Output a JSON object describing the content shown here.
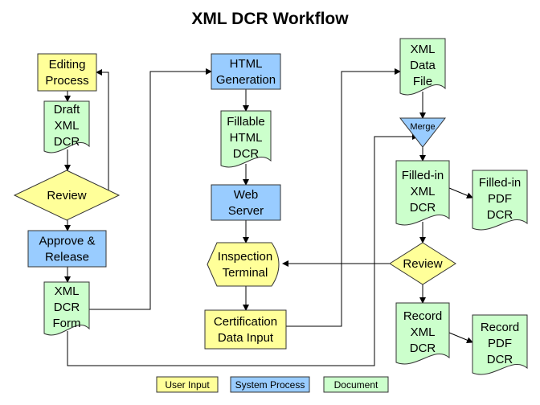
{
  "title": "XML DCR Workflow",
  "colors": {
    "user_input": "#ffff99",
    "system_process": "#99ccff",
    "document": "#ccffcc"
  },
  "nodes": [
    {
      "id": "editing-process",
      "shape": "rect",
      "kind": "user_input",
      "lines": [
        "Editing",
        "Process"
      ]
    },
    {
      "id": "draft-xml-dcr",
      "shape": "document",
      "kind": "document",
      "lines": [
        "Draft",
        "XML",
        "DCR"
      ]
    },
    {
      "id": "review-left",
      "shape": "diamond",
      "kind": "user_input",
      "lines": [
        "Review"
      ]
    },
    {
      "id": "approve-release",
      "shape": "rect",
      "kind": "system_process",
      "lines": [
        "Approve &",
        "Release"
      ]
    },
    {
      "id": "xml-dcr-form",
      "shape": "document",
      "kind": "document",
      "lines": [
        "XML",
        "DCR",
        "Form"
      ]
    },
    {
      "id": "html-generation",
      "shape": "rect",
      "kind": "system_process",
      "lines": [
        "HTML",
        "Generation"
      ]
    },
    {
      "id": "fillable-html-dcr",
      "shape": "document",
      "kind": "document",
      "lines": [
        "Fillable",
        "HTML",
        "DCR"
      ]
    },
    {
      "id": "web-server",
      "shape": "rect",
      "kind": "system_process",
      "lines": [
        "Web",
        "Server"
      ]
    },
    {
      "id": "inspection-terminal",
      "shape": "display",
      "kind": "user_input",
      "lines": [
        "Inspection",
        "Terminal"
      ]
    },
    {
      "id": "certification-data-input",
      "shape": "rect",
      "kind": "user_input",
      "lines": [
        "Certification",
        "Data Input"
      ]
    },
    {
      "id": "xml-data-file",
      "shape": "document",
      "kind": "document",
      "lines": [
        "XML",
        "Data",
        "File"
      ]
    },
    {
      "id": "merge",
      "shape": "merge",
      "kind": "system_process",
      "lines": [
        "Merge"
      ]
    },
    {
      "id": "filled-in-xml-dcr",
      "shape": "document",
      "kind": "document",
      "lines": [
        "Filled-in",
        "XML",
        "DCR"
      ]
    },
    {
      "id": "filled-in-pdf-dcr",
      "shape": "document",
      "kind": "document",
      "lines": [
        "Filled-in",
        "PDF",
        "DCR"
      ]
    },
    {
      "id": "review-right",
      "shape": "diamond",
      "kind": "user_input",
      "lines": [
        "Review"
      ]
    },
    {
      "id": "record-xml-dcr",
      "shape": "document",
      "kind": "document",
      "lines": [
        "Record",
        "XML",
        "DCR"
      ]
    },
    {
      "id": "record-pdf-dcr",
      "shape": "document",
      "kind": "document",
      "lines": [
        "Record",
        "PDF",
        "DCR"
      ]
    }
  ],
  "edges": [
    {
      "from": "editing-process",
      "to": "draft-xml-dcr"
    },
    {
      "from": "draft-xml-dcr",
      "to": "review-left"
    },
    {
      "from": "review-left",
      "to": "editing-process"
    },
    {
      "from": "review-left",
      "to": "approve-release"
    },
    {
      "from": "approve-release",
      "to": "xml-dcr-form"
    },
    {
      "from": "xml-dcr-form",
      "to": "html-generation"
    },
    {
      "from": "html-generation",
      "to": "fillable-html-dcr"
    },
    {
      "from": "fillable-html-dcr",
      "to": "web-server"
    },
    {
      "from": "web-server",
      "to": "inspection-terminal"
    },
    {
      "from": "inspection-terminal",
      "to": "certification-data-input"
    },
    {
      "from": "certification-data-input",
      "to": "xml-data-file"
    },
    {
      "from": "xml-dcr-form",
      "to": "merge"
    },
    {
      "from": "xml-data-file",
      "to": "merge"
    },
    {
      "from": "merge",
      "to": "filled-in-xml-dcr"
    },
    {
      "from": "filled-in-xml-dcr",
      "to": "filled-in-pdf-dcr"
    },
    {
      "from": "filled-in-xml-dcr",
      "to": "review-right"
    },
    {
      "from": "review-right",
      "to": "inspection-terminal"
    },
    {
      "from": "review-right",
      "to": "record-xml-dcr"
    },
    {
      "from": "record-xml-dcr",
      "to": "record-pdf-dcr"
    }
  ],
  "legend": [
    {
      "kind": "user_input",
      "label": "User Input"
    },
    {
      "kind": "system_process",
      "label": "System Process"
    },
    {
      "kind": "document",
      "label": "Document"
    }
  ]
}
